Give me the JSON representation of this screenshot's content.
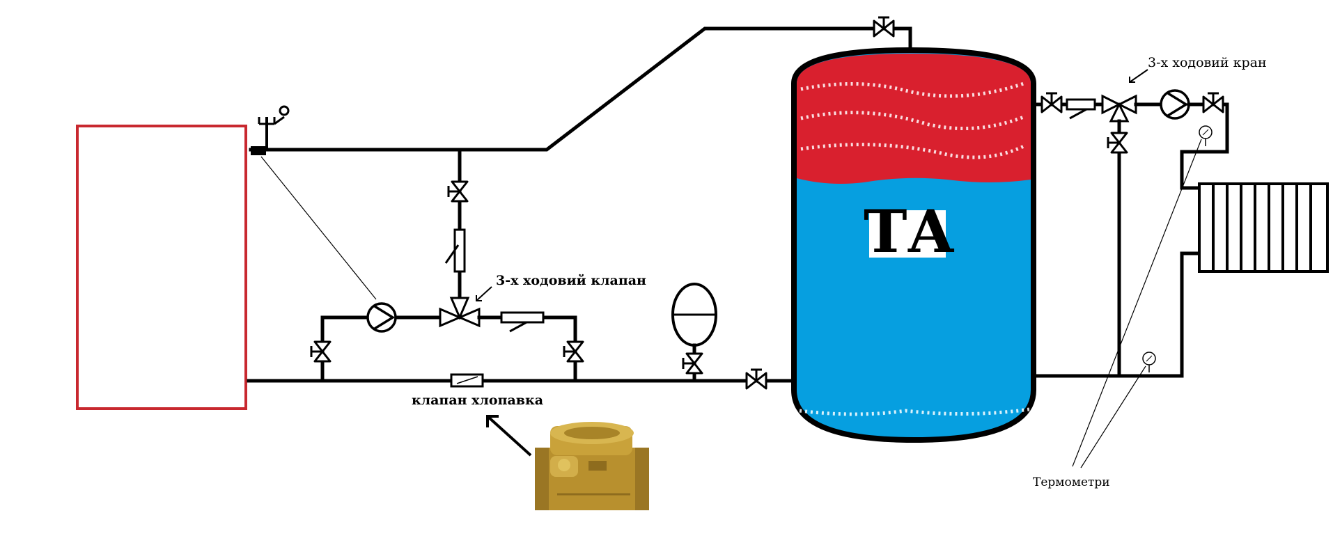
{
  "labels": {
    "three_way_valve": "3-х ходовий клапан",
    "three_way_tap": "3-х ходовий кран",
    "check_valve": "клапан хлопавка",
    "thermometers": "Термометри",
    "tank": "ТА"
  },
  "colors": {
    "boiler_outline": "#c8282f",
    "tank_water": "#069fe0",
    "tank_hot_top": "#d9202e",
    "pipe": "#000000",
    "brass": "#b8902e"
  },
  "icons": [
    "boiler",
    "safety-group-icon",
    "pump-icon",
    "valve-icon",
    "filter-icon",
    "three-way-valve-icon",
    "expansion-tank-icon",
    "radiator-icon",
    "thermometer-icon",
    "check-valve-photo"
  ]
}
